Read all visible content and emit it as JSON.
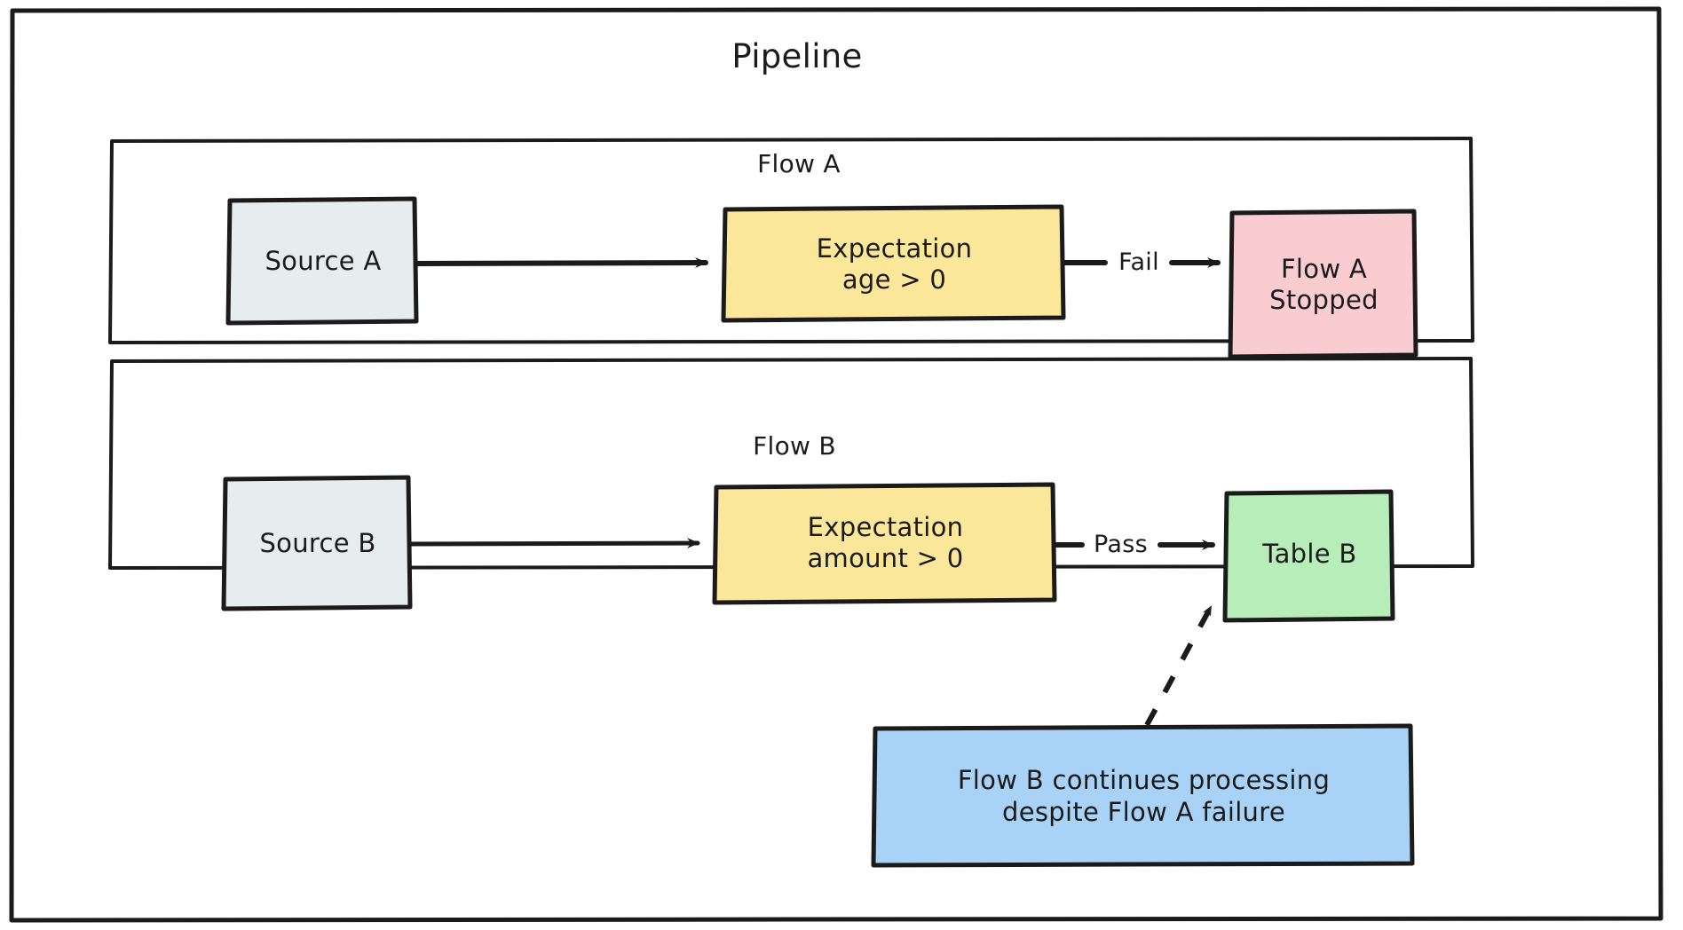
{
  "diagram": {
    "title": "Pipeline",
    "groups": [
      {
        "id": "flow-a",
        "label": "Flow A"
      },
      {
        "id": "flow-b",
        "label": "Flow B"
      }
    ],
    "nodes": [
      {
        "id": "source-a",
        "label": "Source A",
        "fill": "#e7ecef",
        "stroke": "#1b1b1b"
      },
      {
        "id": "expectation-a",
        "label": "Expectation\nage > 0",
        "fill": "#fbe79a",
        "stroke": "#1b1b1b"
      },
      {
        "id": "flow-a-stopped",
        "label": "Flow A\nStopped",
        "fill": "#f8ccd1",
        "stroke": "#1b1b1b"
      },
      {
        "id": "source-b",
        "label": "Source B",
        "fill": "#e7ecef",
        "stroke": "#1b1b1b"
      },
      {
        "id": "expectation-b",
        "label": "Expectation\namount > 0",
        "fill": "#fbe79a",
        "stroke": "#1b1b1b"
      },
      {
        "id": "table-b",
        "label": "Table B",
        "fill": "#b6edb8",
        "stroke": "#1b1b1b"
      },
      {
        "id": "note",
        "label": "Flow B continues processing\ndespite Flow A failure",
        "fill": "#a8d2f6",
        "stroke": "#1b1b1b"
      }
    ],
    "edges": [
      {
        "id": "source-a-to-expectation-a",
        "label": "",
        "style": "solid"
      },
      {
        "id": "expectation-a-to-flow-a-stopped",
        "label": "Fail",
        "style": "solid"
      },
      {
        "id": "source-b-to-expectation-b",
        "label": "",
        "style": "solid"
      },
      {
        "id": "expectation-b-to-table-b",
        "label": "Pass",
        "style": "solid"
      },
      {
        "id": "note-to-table-b",
        "label": "",
        "style": "dashed"
      }
    ],
    "colors": {
      "ink": "#1b1b1b",
      "background": "#ffffff",
      "source": "#e7ecef",
      "expectation": "#fbe79a",
      "stopped": "#f8ccd1",
      "table": "#b6edb8",
      "note": "#a8d2f6"
    }
  }
}
